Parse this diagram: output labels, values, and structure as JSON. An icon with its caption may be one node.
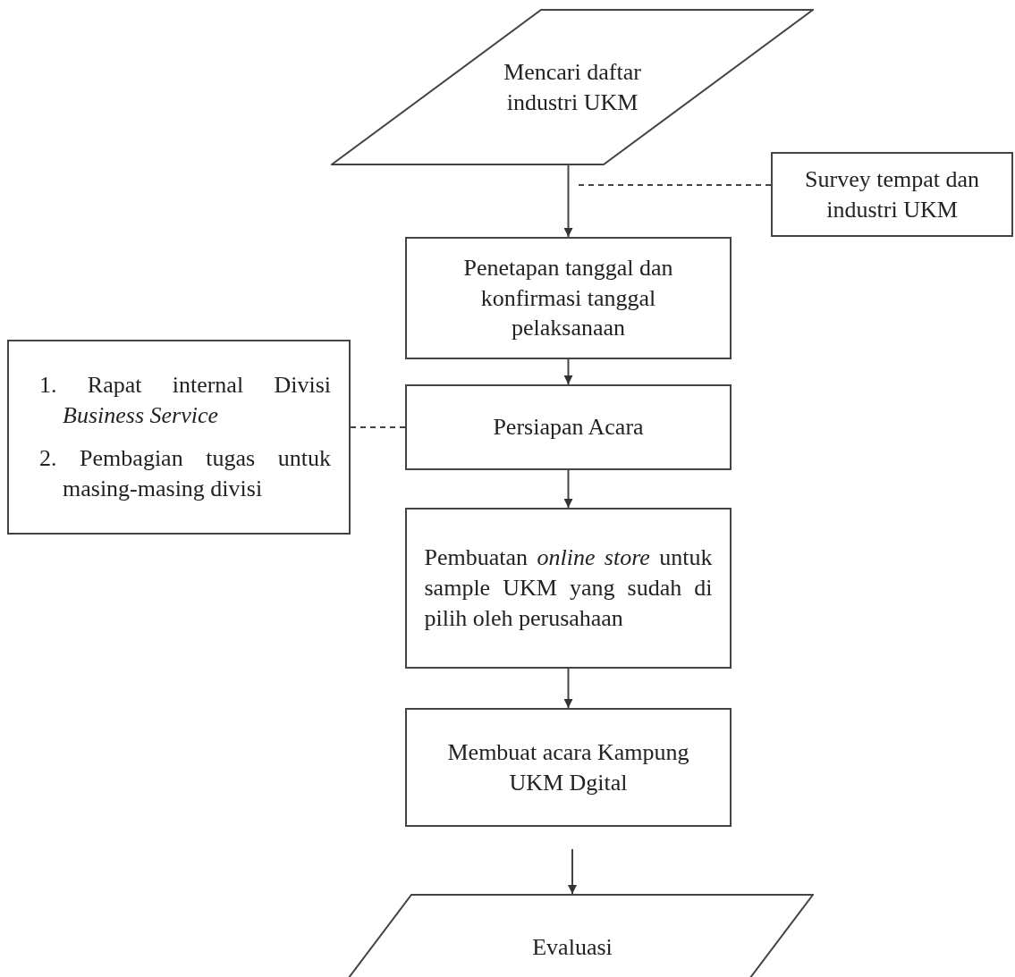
{
  "diagram": {
    "nodes": [
      {
        "text": [
          "Mencari daftar industri UKM"
        ]
      },
      {
        "text": [
          "Survey tempat dan industri UKM"
        ]
      },
      {
        "text": [
          "Penetapan tanggal dan konfirmasi tanggal pelaksanaan"
        ]
      },
      {
        "text": [
          "1. Rapat internal Divisi *Business Service*",
          "2. Pembagian tugas untuk masing-masing divisi"
        ]
      },
      {
        "text": [
          "Persiapan Acara"
        ]
      },
      {
        "text": [
          "Pembuatan *online store* untuk sample UKM yang sudah di pilih oleh perusahaan"
        ]
      },
      {
        "text": [
          "Membuat acara Kampung UKM Dgital"
        ]
      },
      {
        "text": [
          "Evaluasi"
        ]
      }
    ],
    "edges": [
      {
        "from": 0,
        "to": 2,
        "arrow": "to"
      },
      {
        "from": 1,
        "to": null,
        "arrow": "none",
        "style": "dashed"
      },
      {
        "from": 2,
        "to": 4,
        "arrow": "to"
      },
      {
        "from": 3,
        "to": 4,
        "arrow": "none",
        "style": "dashed"
      },
      {
        "from": 4,
        "to": 5,
        "arrow": "to"
      },
      {
        "from": 5,
        "to": 6,
        "arrow": "to"
      },
      {
        "from": 6,
        "to": 7,
        "arrow": "to"
      }
    ]
  }
}
